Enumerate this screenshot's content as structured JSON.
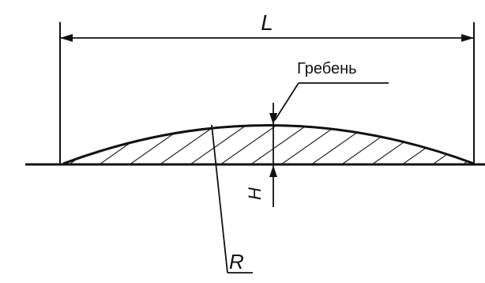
{
  "labels": {
    "length": "L",
    "crest": "Гребень",
    "height": "H",
    "radius": "R"
  },
  "colors": {
    "line": "#111111",
    "background": "#ffffff"
  }
}
